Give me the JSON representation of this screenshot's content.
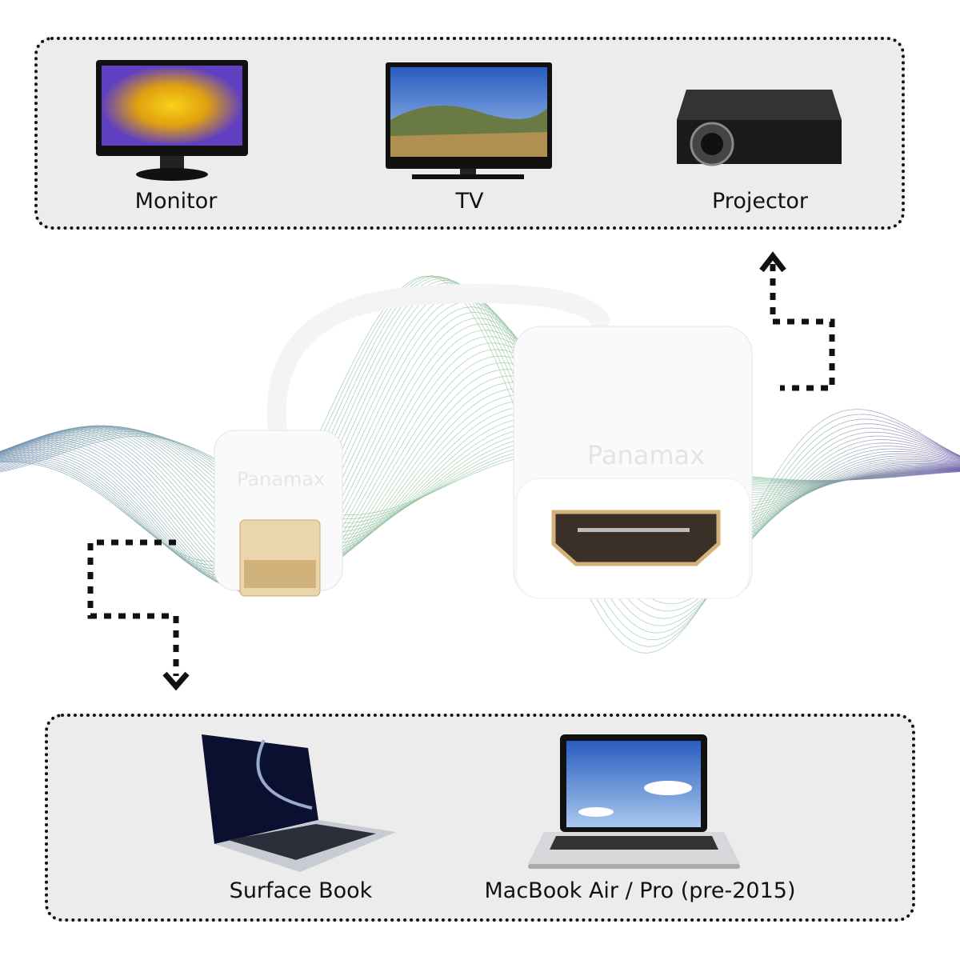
{
  "outputs": {
    "items": [
      {
        "label": "Monitor",
        "icon": "monitor-icon"
      },
      {
        "label": "TV",
        "icon": "tv-icon"
      },
      {
        "label": "Projector",
        "icon": "projector-icon"
      }
    ]
  },
  "inputs": {
    "items": [
      {
        "label": "Surface Book",
        "icon": "laptop-icon"
      },
      {
        "label": "MacBook Air / Pro (pre-2015)",
        "icon": "laptop-icon"
      }
    ]
  },
  "product": {
    "brand": "Panamax"
  },
  "colors": {
    "panel": "#ececec",
    "wave_start": "#6f8fb0",
    "wave_mid": "#8fbf9a",
    "wave_end": "#6e5fa8",
    "gold": "#d4b27a"
  }
}
